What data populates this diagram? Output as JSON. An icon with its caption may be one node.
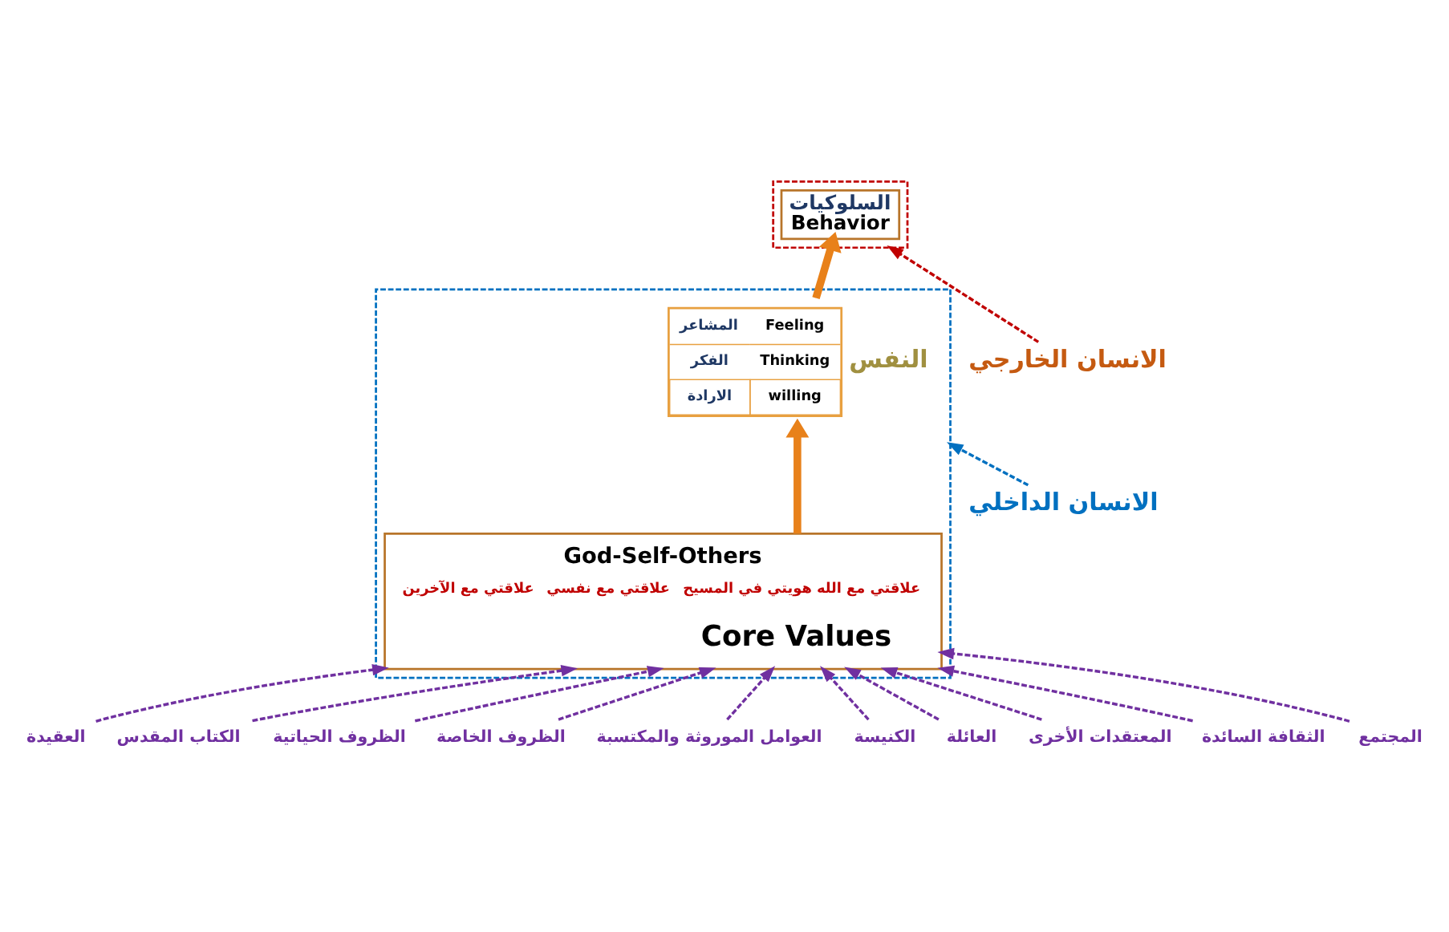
{
  "diagram": {
    "nodes": [
      {
        "text": [],
        "shape": "box"
      },
      {
        "text": [
          "السلوكيات",
          "Behavior"
        ],
        "in": 0
      },
      {
        "text": [],
        "shape": "box"
      },
      {
        "text": [
          "Feeling",
          "المشاعر",
          "Thinking",
          "الفكر",
          "willing",
          "الارادة"
        ],
        "in": 2,
        "beside": [
          "النفس"
        ]
      },
      {
        "text": [
          "God-Self-Others",
          "علاقتي مع الله هويتي في المسيح",
          "علاقتي مع نفسي",
          "علاقتي مع الآخرين"
        ],
        "in": 2
      },
      {
        "text": [
          "Core Values"
        ],
        "in": 4
      },
      {
        "text": [
          "الانسان الخارجي"
        ]
      },
      {
        "text": [
          "الانسان الداخلي"
        ]
      },
      {
        "text": [
          "العقيدة"
        ]
      },
      {
        "text": [
          "الكتاب المقدس"
        ]
      },
      {
        "text": [
          "الظروف الحياتية"
        ]
      },
      {
        "text": [
          "الظروف الخاصة"
        ]
      },
      {
        "text": [
          "العوامل الموروثة والمكتسبة"
        ]
      },
      {
        "text": [
          "الكنيسة"
        ]
      },
      {
        "text": [
          "العائلة"
        ]
      },
      {
        "text": [
          "المعتقدات الأخرى"
        ]
      },
      {
        "text": [
          "الثقافة السائدة"
        ]
      },
      {
        "text": [
          "المجتمع"
        ]
      }
    ],
    "edges": [
      {
        "from": 4,
        "to": 3,
        "arrow": "to",
        "style": "thick",
        "color": "#e8811a"
      },
      {
        "from": 3,
        "to": 1,
        "arrow": "to",
        "style": "thick",
        "color": "#e8811a"
      },
      {
        "from": 6,
        "to": 0,
        "arrow": "to",
        "style": "dashed",
        "color": "#c00000"
      },
      {
        "from": 7,
        "to": 2,
        "arrow": "to",
        "style": "dashed",
        "color": "#0070c0"
      },
      {
        "from": 8,
        "to": 4,
        "arrow": "to",
        "style": "dashed"
      },
      {
        "from": 9,
        "to": 4,
        "arrow": "to",
        "style": "dashed"
      },
      {
        "from": 10,
        "to": 4,
        "arrow": "to",
        "style": "dashed"
      },
      {
        "from": 11,
        "to": 4,
        "arrow": "to",
        "style": "dashed"
      },
      {
        "from": 12,
        "to": 4,
        "arrow": "to",
        "style": "dashed"
      },
      {
        "from": 13,
        "to": 4,
        "arrow": "to",
        "style": "dashed"
      },
      {
        "from": 14,
        "to": 4,
        "arrow": "to",
        "style": "dashed"
      },
      {
        "from": 15,
        "to": 4,
        "arrow": "to",
        "style": "dashed"
      },
      {
        "from": 16,
        "to": 4,
        "arrow": "to",
        "style": "dashed"
      },
      {
        "from": 17,
        "to": 4,
        "arrow": "to",
        "style": "dashed"
      }
    ]
  }
}
